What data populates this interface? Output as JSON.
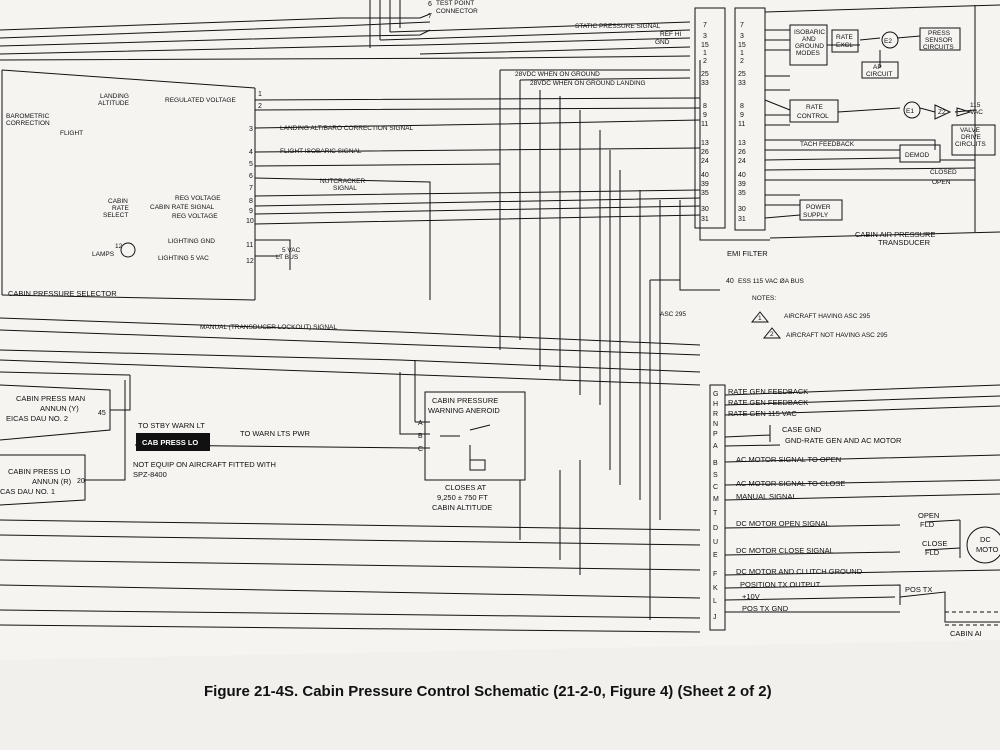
{
  "caption": "Figure 21-4S.  Cabin Pressure Control Schematic (21-2-0, Figure 4) (Sheet 2 of 2)",
  "top": {
    "test_point": "TEST POINT",
    "connector": "CONNECTOR",
    "pin6": "6",
    "pin7": "7"
  },
  "selector": {
    "title": "CABIN PRESSURE SELECTOR",
    "landing": "LANDING",
    "altitude": "ALTITUDE",
    "regulated_voltage": "REGULATED VOLTAGE",
    "barometric": "BAROMETRIC",
    "correction": "CORRECTION",
    "flight": "FLIGHT",
    "reg_voltage_1": "REG VOLTAGE",
    "cabin": "CABIN",
    "rate": "RATE",
    "select": "SELECT",
    "cabin_rate_signal": "CABIN RATE SIGNAL",
    "reg_voltage_2": "REG VOLTAGE",
    "lighting_gnd": "LIGHTING GND",
    "lamps": "LAMPS",
    "lamps_count": "12",
    "lighting_5vac": "LIGHTING 5 VAC",
    "pins": [
      "1",
      "2",
      "3",
      "4",
      "5",
      "6",
      "7",
      "8",
      "9",
      "10",
      "11",
      "12"
    ]
  },
  "signals": {
    "landing_baro": "LANDING ALT/BARO CORRECTION SIGNAL",
    "flight_isobaric": "FLIGHT ISOBARIC SIGNAL",
    "nutcracker": "NUTCRACKER",
    "nutcracker_signal": "SIGNAL",
    "vac5": "5 VAC",
    "lt_bus": "LT BUS",
    "manual_lockout": "MANUAL (TRANSDUCER LOCKOUT) SIGNAL",
    "static_pressure": "STATIC PRESSURE SIGNAL",
    "ref_hi": "REF HI",
    "gnd": "GND",
    "vdc_ground": "28VDC WHEN ON GROUND",
    "vdc_ground_landing": "28VDC WHEN ON GROUND LANDING"
  },
  "emi": {
    "title": "EMI FILTER",
    "left_pins": [
      "7",
      "3",
      "15",
      "1",
      "2",
      "25",
      "33",
      "8",
      "9",
      "11",
      "13",
      "26",
      "24",
      "40",
      "39",
      "35",
      "30",
      "31"
    ],
    "right_pins": [
      "7",
      "3",
      "15",
      "1",
      "2",
      "25",
      "33",
      "8",
      "9",
      "11",
      "13",
      "26",
      "24",
      "40",
      "39",
      "35",
      "30",
      "31"
    ]
  },
  "transducer": {
    "title1": "CABIN AIR PRESSURE",
    "title2": "TRANSDUCER",
    "isobaric": [
      "ISOBARIC",
      "AND",
      "GROUND",
      "MODES"
    ],
    "rate_excl": [
      "RATE",
      "EXCL"
    ],
    "e2": "E2",
    "press_sensor": [
      "PRESS",
      "SENSOR",
      "CIRCUITS"
    ],
    "ap_circuit": [
      "AP",
      "CIRCUIT"
    ],
    "rate_control": [
      "RATE",
      "CONTROL"
    ],
    "e1": "E1",
    "z2": "Z2",
    "vac115": [
      "115",
      "VAC"
    ],
    "valve_drive": [
      "VALVE",
      "DRIVE",
      "CIRCUITS"
    ],
    "tach_feedback": "TACH FEEDBACK",
    "demod": "DEMOD",
    "closed": "CLOSED",
    "open": "OPEN",
    "power_supply": [
      "POWER",
      "SUPPLY"
    ]
  },
  "ess_bus": {
    "pin": "40",
    "label": "ESS 115 VAC ØA BUS",
    "asc": "ASC 295"
  },
  "notes": {
    "title": "NOTES:",
    "n1_mark": "1",
    "n1": "AIRCRAFT HAVING ASC 295",
    "n2_mark": "2",
    "n2": "AIRCRAFT NOT HAVING ASC 295"
  },
  "annun": {
    "man_title": "CABIN PRESS MAN",
    "man_sub": "ANNUN (Y)",
    "man_eicas": "EICAS DAU NO. 2",
    "man_pin": "45",
    "lo_title": "CABIN PRESS LO",
    "lo_sub": "ANNUN (R)",
    "lo_eicas": "CAS DAU NO. 1",
    "lo_pin": "20"
  },
  "warn": {
    "to_stby": "TO STBY WARN LT",
    "cab_press_lo": "CAB PRESS LO",
    "to_warn_lts": "TO WARN LTS PWR",
    "not_equip1": "NOT EQUIP ON AIRCRAFT FITTED WITH",
    "not_equip2": "SPZ-8400",
    "aneroid_title1": "CABIN PRESSURE",
    "aneroid_title2": "WARNING ANEROID",
    "pins": [
      "A",
      "B",
      "C"
    ],
    "closes_at": "CLOSES AT",
    "closes_value": "9,250 ± 750 FT",
    "closes_alt": "CABIN ALTITUDE"
  },
  "actuator": {
    "pins": [
      "G",
      "H",
      "R",
      "N",
      "P",
      "A",
      "B",
      "S",
      "C",
      "M",
      "T",
      "D",
      "U",
      "E",
      "F",
      "K",
      "L",
      "J"
    ],
    "rate_gen_feedback_1": "RATE GEN FEEDBACK",
    "rate_gen_feedback_2": "RATE GEN FEEDBACK",
    "rate_gen_115": "RATE GEN 115 VAC",
    "case_gnd": "CASE GND",
    "gnd_rate_gen": "GND-RATE GEN AND AC MOTOR",
    "ac_open": "AC MOTOR SIGNAL TO OPEN",
    "ac_close": "AC MOTOR SIGNAL TO CLOSE",
    "manual_signal": "MANUAL SIGNAL",
    "dc_open": "DC MOTOR OPEN SIGNAL",
    "dc_close": "DC MOTOR CLOSE SIGNAL",
    "dc_clutch": "DC MOTOR AND CLUTCH GROUND",
    "pos_tx_output": "POSITION TX OUTPUT",
    "plus10v": "+10V",
    "pos_tx_gnd": "POS TX GND",
    "open_fld": [
      "OPEN",
      "FLD"
    ],
    "close_fld": [
      "CLOSE",
      "FLD"
    ],
    "dc_motor": [
      "DC",
      "MOTO"
    ],
    "pos_tx": "POS TX",
    "cabin_air": "CABIN AI"
  },
  "colors": {
    "paper": "#f5f4f1",
    "ink": "#111111",
    "background": "#d8d6d2"
  }
}
